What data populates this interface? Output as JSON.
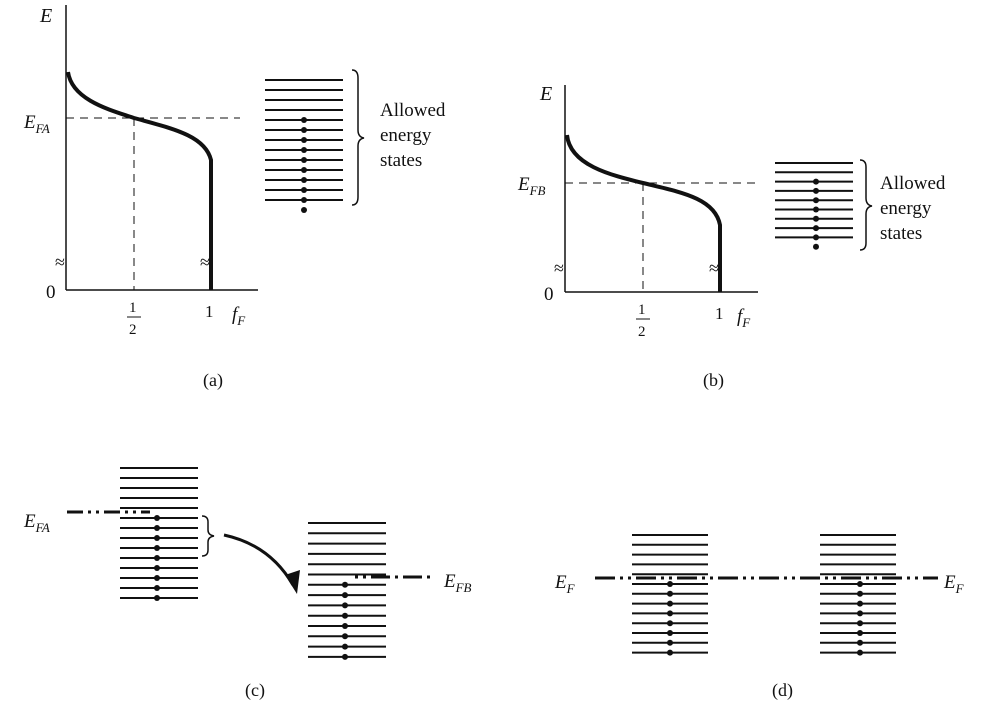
{
  "panels": {
    "a": {
      "caption": "(a)",
      "y_axis": "E",
      "fermi_main": "E",
      "fermi_sub": "FA",
      "origin": "0",
      "half_num": "1",
      "half_den": "2",
      "one": "1",
      "x_main": "f",
      "x_sub": "F",
      "states_label": [
        "Allowed",
        "energy",
        "states"
      ]
    },
    "b": {
      "caption": "(b)",
      "y_axis": "E",
      "fermi_main": "E",
      "fermi_sub": "FB",
      "origin": "0",
      "half_num": "1",
      "half_den": "2",
      "one": "1",
      "x_main": "f",
      "x_sub": "F",
      "states_label": [
        "Allowed",
        "energy",
        "states"
      ]
    },
    "c": {
      "caption": "(c)",
      "left_main": "E",
      "left_sub": "FA",
      "right_main": "E",
      "right_sub": "FB"
    },
    "d": {
      "caption": "(d)",
      "left_main": "E",
      "left_sub": "F",
      "right_main": "E",
      "right_sub": "F"
    }
  },
  "colors": {
    "ink": "#111111",
    "background": "#ffffff"
  }
}
